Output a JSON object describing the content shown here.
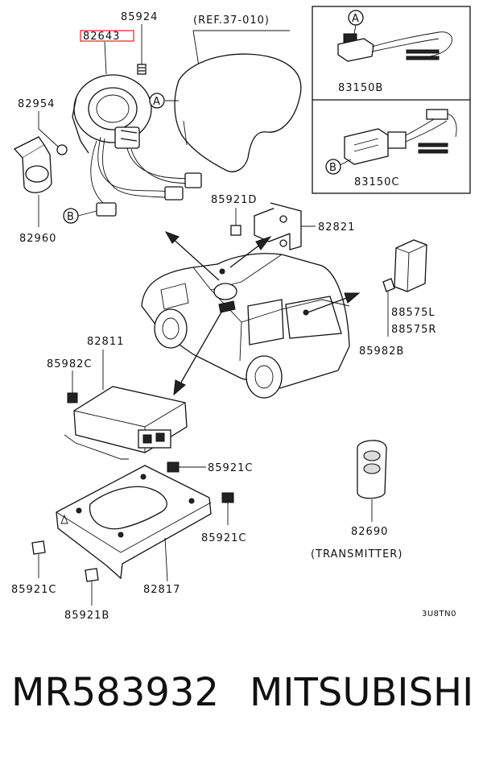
{
  "labels": {
    "p82643": "82643",
    "p85924": "85924",
    "ref": "(REF.37-010)",
    "p82954": "82954",
    "p82960": "82960",
    "p83150B": "83150B",
    "p83150C": "83150C",
    "p85921D": "85921D",
    "p82821": "82821",
    "p88575L": "88575L",
    "p88575R": "88575R",
    "p85982B": "85982B",
    "p82811": "82811",
    "p85982C": "85982C",
    "p85921C_a": "85921C",
    "p85921C_b": "85921C",
    "p85921C_c": "85921C",
    "p82817": "82817",
    "p85921B": "85921B",
    "p82690": "82690",
    "transmitter": "(TRANSMITTER)",
    "code": "3U8TN0",
    "marker_a": "A",
    "marker_b": "B"
  },
  "caption": {
    "part_number": "MR583932",
    "brand": "MITSUBISHI"
  },
  "highlight_color": "#e03030"
}
